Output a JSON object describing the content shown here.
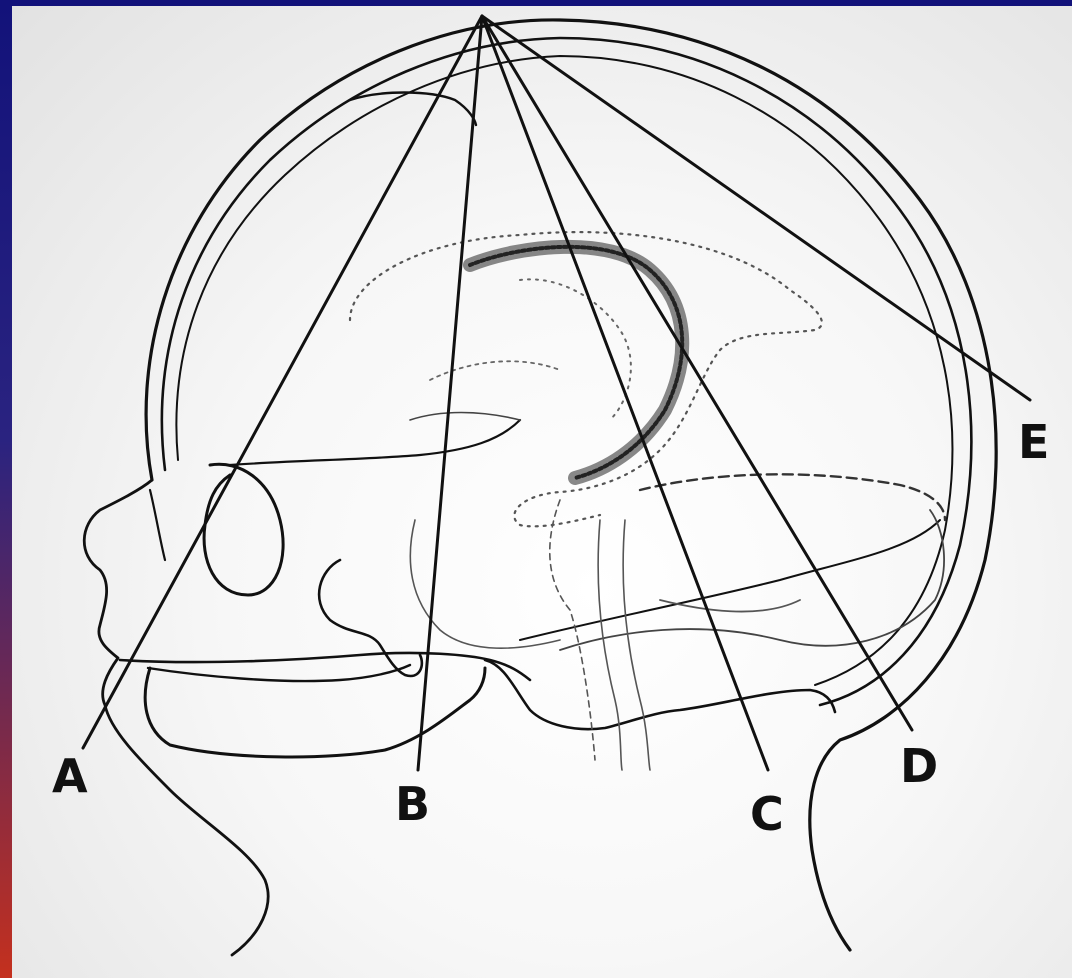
{
  "figure": {
    "labels": [
      "A",
      "B",
      "C",
      "D",
      "E"
    ],
    "colors": {
      "ink": "#111111",
      "background": "#f4f4f4",
      "frame": "#1b1b6e"
    }
  }
}
